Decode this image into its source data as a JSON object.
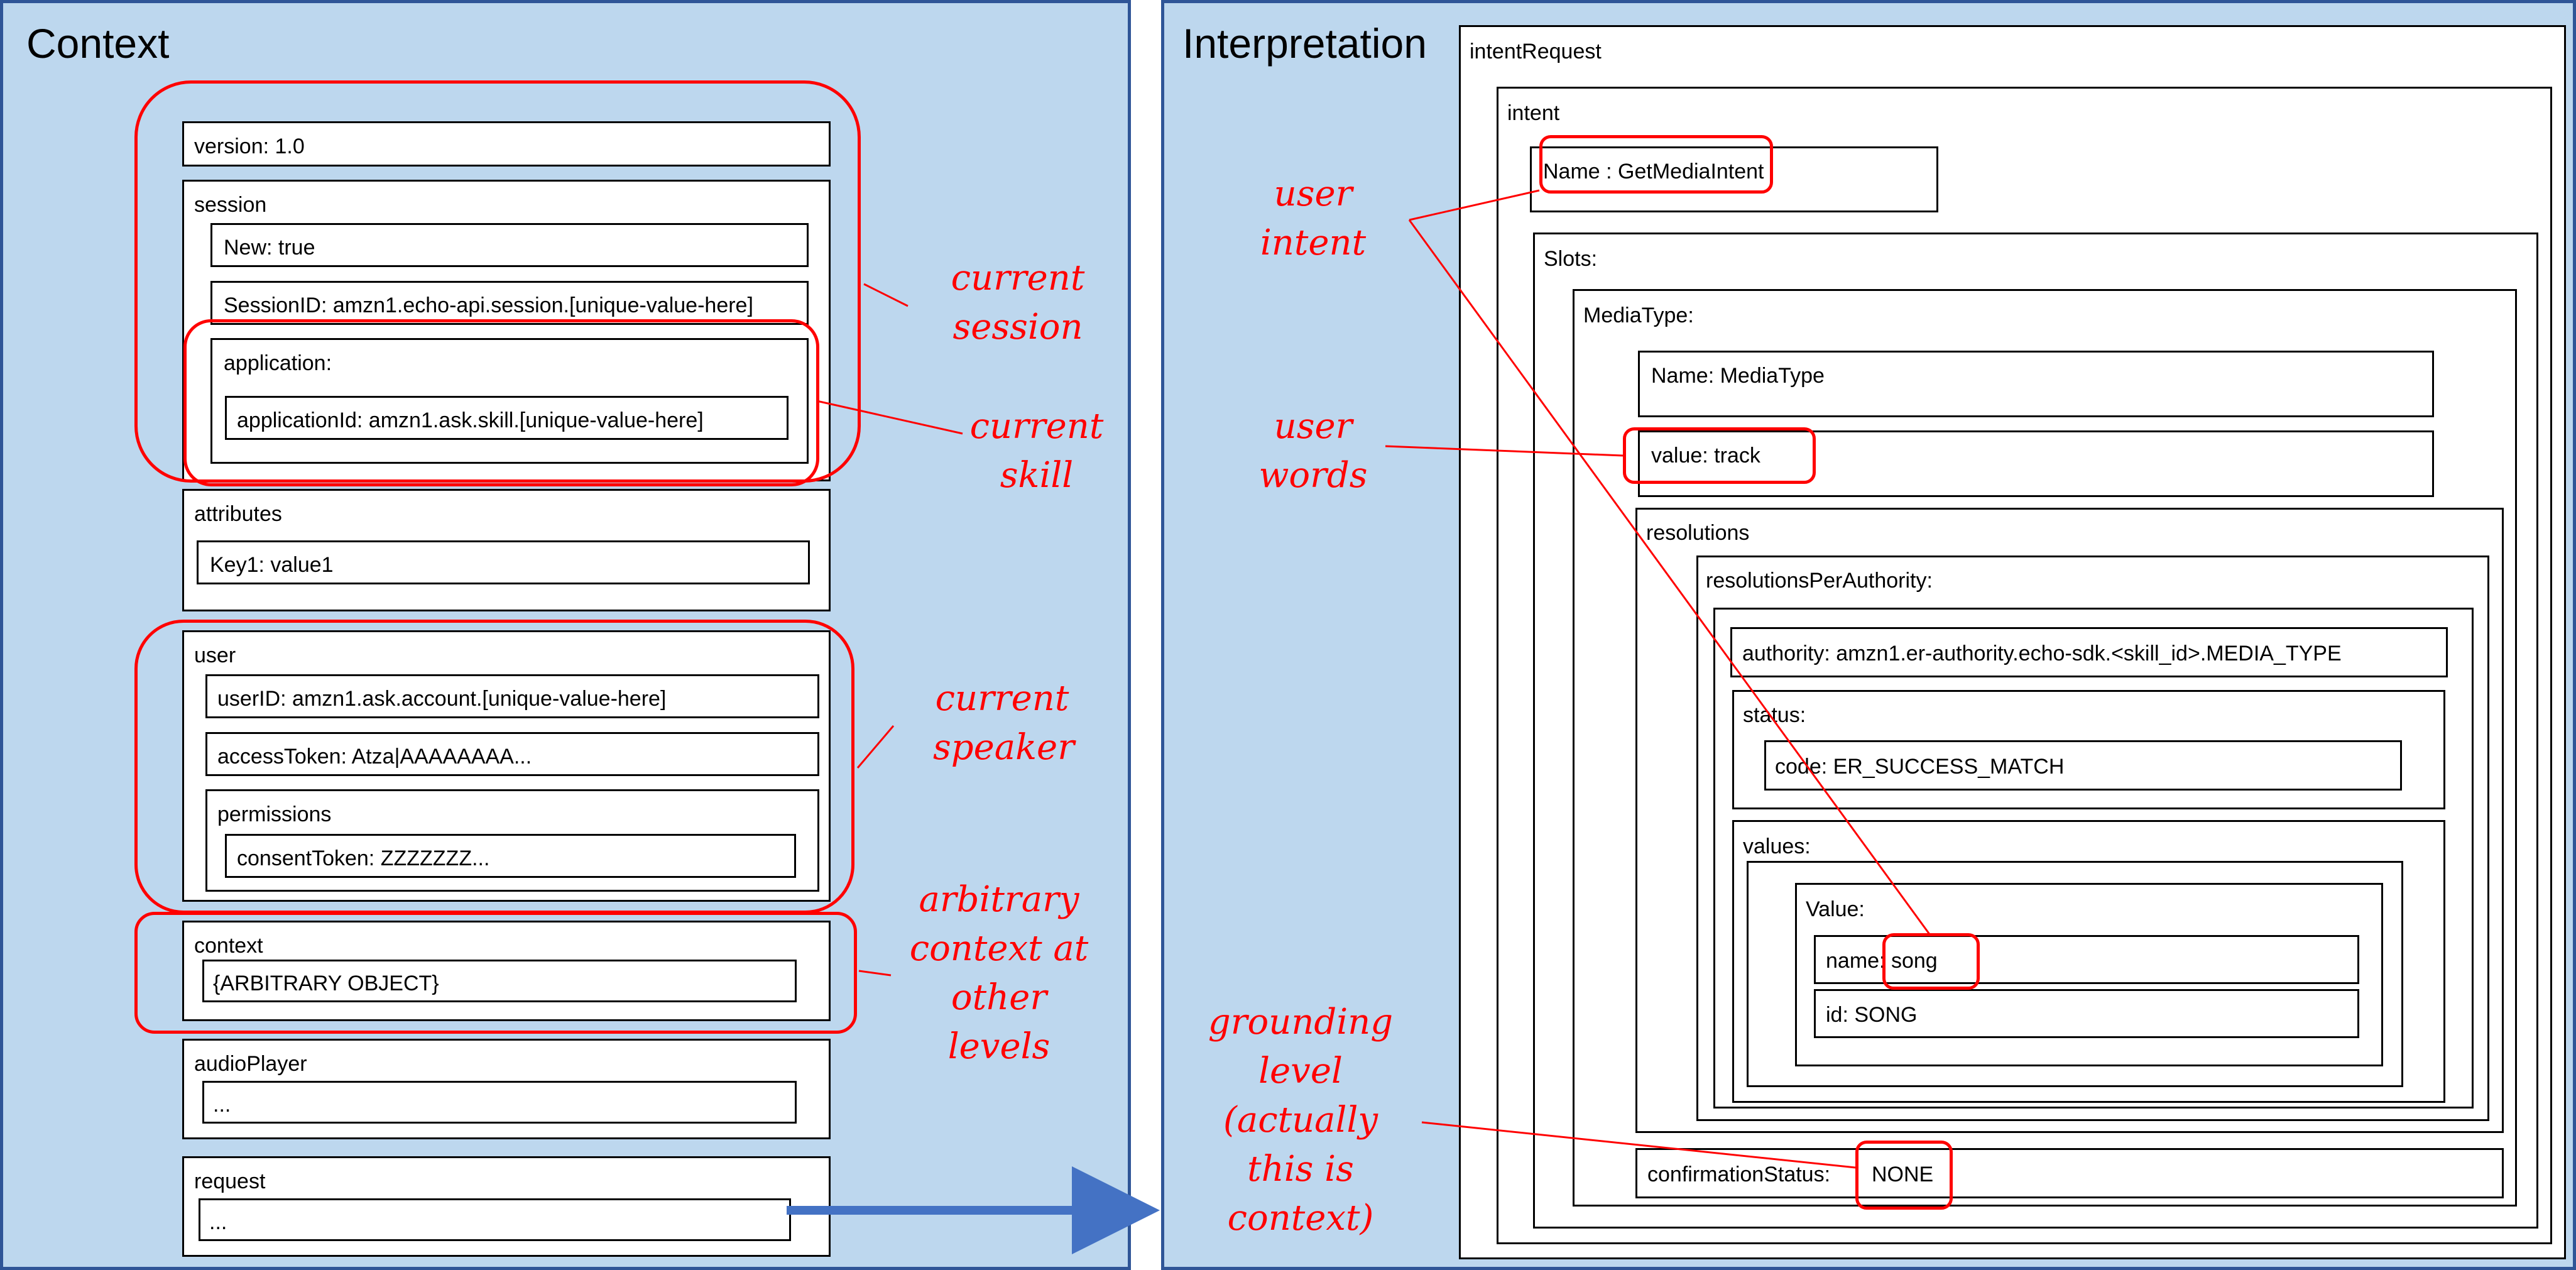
{
  "context": {
    "title": "Context",
    "version": "version: 1.0",
    "session": {
      "label": "session",
      "new": "New: true",
      "session_id": "SessionID: amzn1.echo-api.session.[unique-value-here]",
      "application": "application:",
      "application_id": "applicationId: amzn1.ask.skill.[unique-value-here]"
    },
    "attributes": {
      "label": "attributes",
      "key1": "Key1: value1"
    },
    "user": {
      "label": "user",
      "user_id": "userID: amzn1.ask.account.[unique-value-here]",
      "access_token": "accessToken: Atza|AAAAAAAA...",
      "permissions": "permissions",
      "consent_token": "consentToken: ZZZZZZZ..."
    },
    "context_obj": {
      "label": "context",
      "value": "{ARBITRARY OBJECT}"
    },
    "audio_player": {
      "label": "audioPlayer",
      "value": "..."
    },
    "request": {
      "label": "request",
      "value": "..."
    }
  },
  "interpretation": {
    "title": "Interpretation",
    "intent_request": "intentRequest",
    "intent": "intent",
    "intent_name": "Name : GetMediaIntent",
    "slots": "Slots:",
    "media_type": "MediaType:",
    "slot_name": "Name: MediaType",
    "slot_value": "value: track",
    "resolutions": "resolutions",
    "resolutions_per_authority": "resolutionsPerAuthority:",
    "authority": "authority:  amzn1.er-authority.echo-sdk.<skill_id>.MEDIA_TYPE",
    "status": "status:",
    "code": "code:  ER_SUCCESS_MATCH",
    "values": "values:",
    "value_obj": "Value:",
    "name_song": "name:  song",
    "id_song": "id:  SONG",
    "confirmation_status": "confirmationStatus:",
    "confirmation_value": "NONE"
  },
  "annotations": {
    "current_session": [
      "current",
      "session"
    ],
    "current_skill": [
      "current",
      "skill"
    ],
    "current_speaker": [
      "current",
      "speaker"
    ],
    "arbitrary_context": [
      "arbitrary",
      "context at",
      "other",
      "levels"
    ],
    "user_intent": [
      "user",
      "intent"
    ],
    "user_words": [
      "user",
      "words"
    ],
    "grounding_level": [
      "grounding",
      "level",
      "(actually",
      "this is",
      "context)"
    ]
  },
  "colors": {
    "panel_fill": "#bdd7ee",
    "panel_border": "#2f5597",
    "annotation": "#ff0000",
    "arrow": "#4472c4"
  }
}
